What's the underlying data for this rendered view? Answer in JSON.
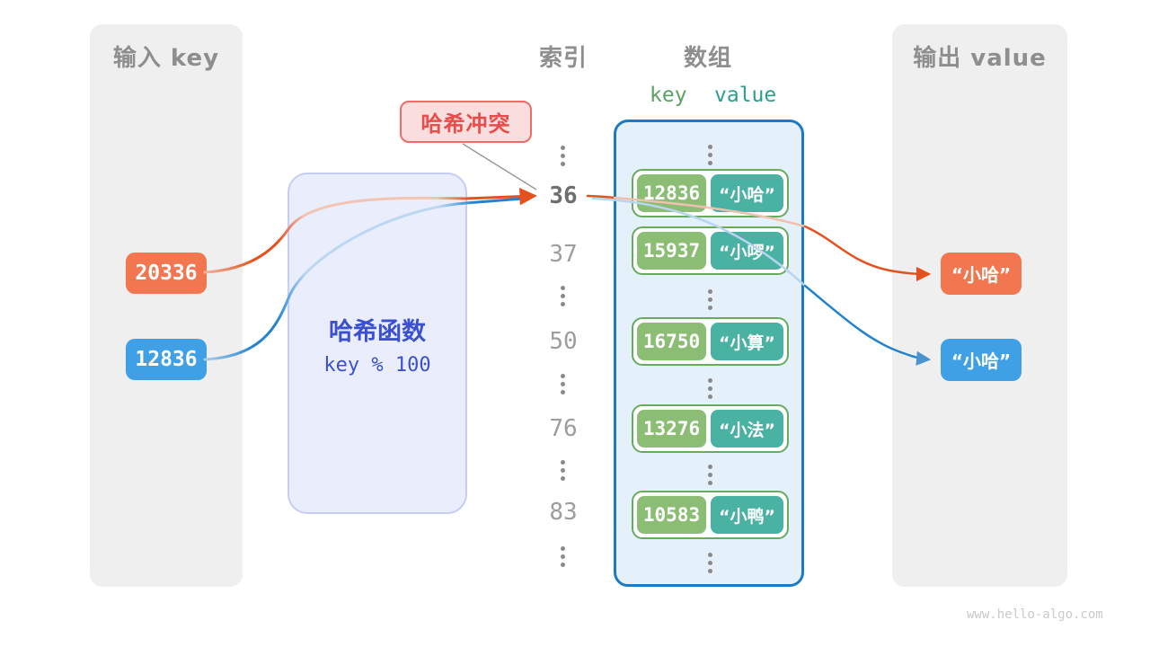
{
  "page": {
    "watermark": "www.hello-algo.com"
  },
  "input_panel": {
    "title": "输入 key",
    "keys": [
      {
        "value": "20336",
        "color": "#f2764f"
      },
      {
        "value": "12836",
        "color": "#3fa0e6"
      }
    ]
  },
  "hash_box": {
    "title": "哈希函数",
    "formula": "key % 100"
  },
  "collision_label": {
    "text": "哈希冲突"
  },
  "index_column": {
    "title": "索引",
    "items": [
      "⋮",
      "36",
      "37",
      "⋮",
      "50",
      "⋮",
      "76",
      "⋮",
      "83",
      "⋮"
    ],
    "highlighted": "36"
  },
  "array_panel": {
    "title": "数组",
    "key_header": "key",
    "value_header": "value",
    "rows": [
      {
        "key": "12836",
        "value": "“小哈”"
      },
      {
        "key": "15937",
        "value": "“小啰”"
      },
      {
        "key": "16750",
        "value": "“小算”"
      },
      {
        "key": "13276",
        "value": "“小法”"
      },
      {
        "key": "10583",
        "value": "“小鸭”"
      }
    ]
  },
  "output_panel": {
    "title": "输出 value",
    "values": [
      {
        "text": "“小哈”",
        "color": "#f2764f"
      },
      {
        "text": "“小哈”",
        "color": "#3fa0e6"
      }
    ]
  },
  "colors": {
    "orange": "#f2764f",
    "orange_arrow": "#e4511f",
    "blue": "#3fa0e6",
    "blue_arrow": "#2382cf",
    "green_key": "#8cbd74",
    "green_border": "#68ab5e",
    "teal_value": "#49b2a3",
    "array_bg": "#e4f1fa",
    "array_border": "#1a7ac7",
    "hash_bg": "#e9edfc",
    "hash_border": "#c7cef4",
    "hash_text": "#3b50d0",
    "collision_bg": "#fadddd",
    "collision_border": "#ef6c68",
    "collision_text": "#e84d4b",
    "panel_bg": "#efeff0",
    "title_gray": "#8e8e8e",
    "index_gray": "#9d9d9d",
    "index_bold": "#6e6e6e",
    "key_header_green": "#5aa262",
    "value_header_teal": "#2c9d8e",
    "watermark": "#cacaca"
  }
}
